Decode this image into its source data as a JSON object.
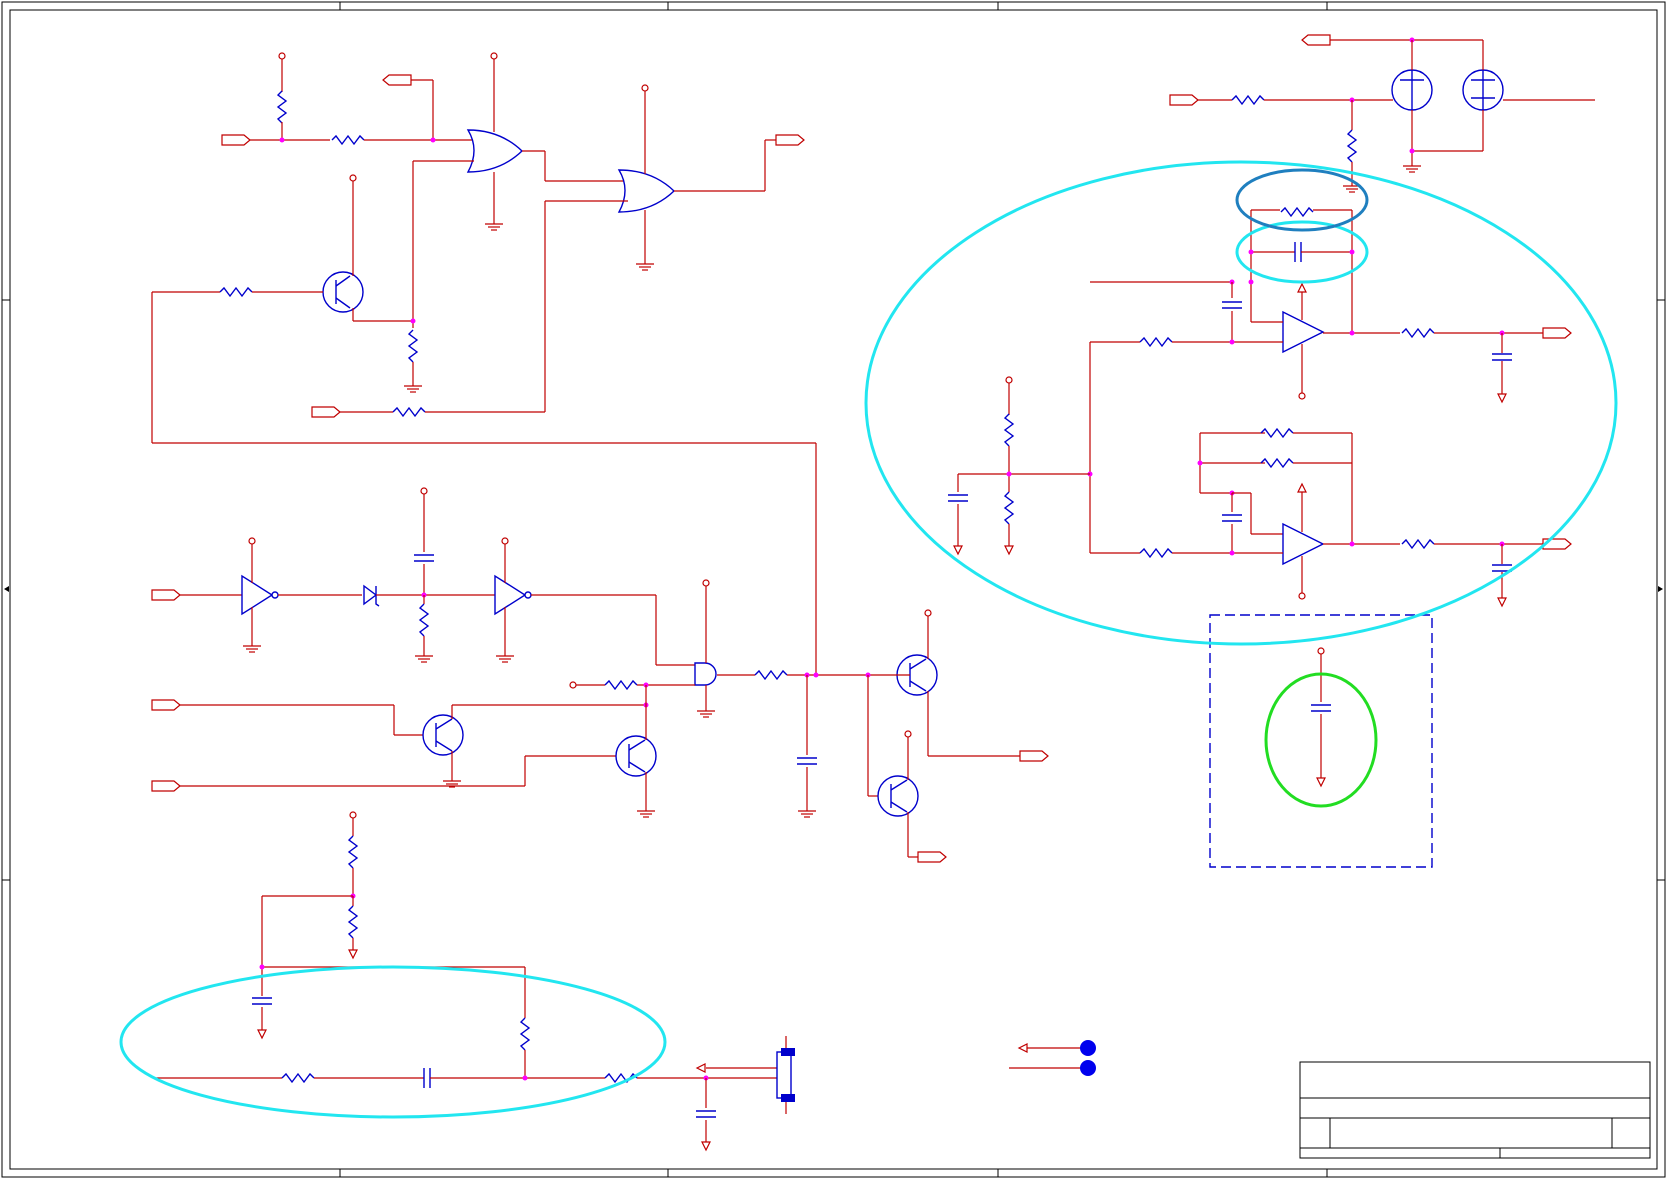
{
  "document": {
    "type": "electrical schematic sheet",
    "title_block": {
      "text": ""
    }
  },
  "colors": {
    "wire": "#c00000",
    "component": "#0000cc",
    "junction": "#ff00ff",
    "highlight_cyan": "#22e6f0",
    "highlight_blue": "#1f7fbf",
    "highlight_green": "#22dd22",
    "border": "#000000"
  },
  "annotations": {
    "cyan_ellipses": 3,
    "blue_ellipses": 1,
    "green_ellipses": 1,
    "dashed_boxes": 1
  }
}
